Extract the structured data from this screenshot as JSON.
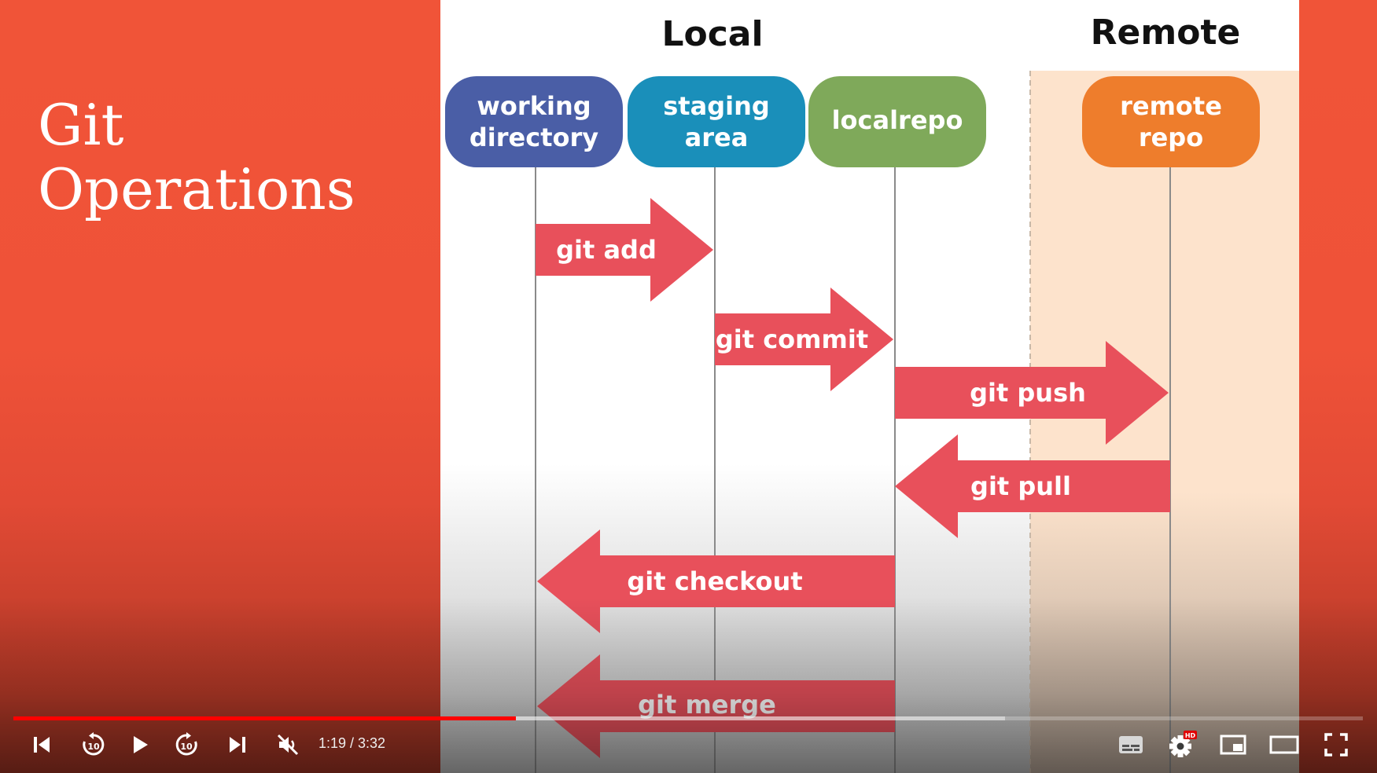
{
  "slide": {
    "title_line1": "Git",
    "title_line2": "Operations"
  },
  "diagram": {
    "section_local": "Local",
    "section_remote": "Remote",
    "nodes": [
      {
        "line1": "working",
        "line2": "directory",
        "color": "#4a5ea6"
      },
      {
        "line1": "staging",
        "line2": "area",
        "color": "#1a8fba"
      },
      {
        "line1": "localrepo",
        "line2": "",
        "color": "#7fa95a"
      },
      {
        "line1": "remote",
        "line2": "repo",
        "color": "#ee7d2c"
      }
    ],
    "operations": [
      "git add",
      "git commit",
      "git push",
      "git pull",
      "git checkout",
      "git merge"
    ],
    "arrow_color": "#e8505b",
    "remote_bg_color": "#fde3cc"
  },
  "player": {
    "time_display": "1:19 / 3:32",
    "progress_played_fraction": 0.3725,
    "progress_buffered_fraction": 0.735,
    "hd_badge": "HD",
    "controls": [
      "previous-icon",
      "rewind-10-icon",
      "play-icon",
      "forward-10-icon",
      "next-icon",
      "mute-icon",
      "subtitles-icon",
      "settings-icon",
      "miniplayer-icon",
      "theater-icon",
      "fullscreen-icon"
    ]
  }
}
